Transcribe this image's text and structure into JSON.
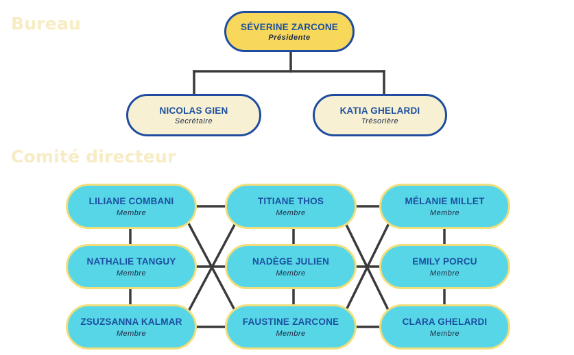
{
  "sections": {
    "bureau": "Bureau",
    "comite": "Comité directeur"
  },
  "bureau": {
    "president": {
      "name": "SÉVERINE ZARCONE",
      "role": "Présidente"
    },
    "secretary": {
      "name": "NICOLAS GIEN",
      "role": "Secrétaire"
    },
    "treasurer": {
      "name": "KATIA GHELARDI",
      "role": "Trésorière"
    }
  },
  "comite": {
    "members": [
      {
        "name": "LILIANE COMBANI",
        "role": "Membre"
      },
      {
        "name": "TITIANE THOS",
        "role": "Membre"
      },
      {
        "name": "MÉLANIE MILLET",
        "role": "Membre"
      },
      {
        "name": "NATHALIE TANGUY",
        "role": "Membre"
      },
      {
        "name": "NADÈGE JULIEN",
        "role": "Membre"
      },
      {
        "name": "EMILY PORCU",
        "role": "Membre"
      },
      {
        "name": "ZSUZSANNA KALMAR",
        "role": "Membre"
      },
      {
        "name": "FAUSTINE ZARCONE",
        "role": "Membre"
      },
      {
        "name": "CLARA GHELARDI",
        "role": "Membre"
      }
    ]
  },
  "colors": {
    "president_fill": "#f7d85a",
    "officer_fill": "#f7f0d2",
    "bureau_border": "#1f4c9e",
    "member_fill": "#56d6e6",
    "member_border": "#f2df7c",
    "connector": "#3a3a3a",
    "name_text": "#1c4fa1",
    "section_title": "#f7ecc4"
  }
}
